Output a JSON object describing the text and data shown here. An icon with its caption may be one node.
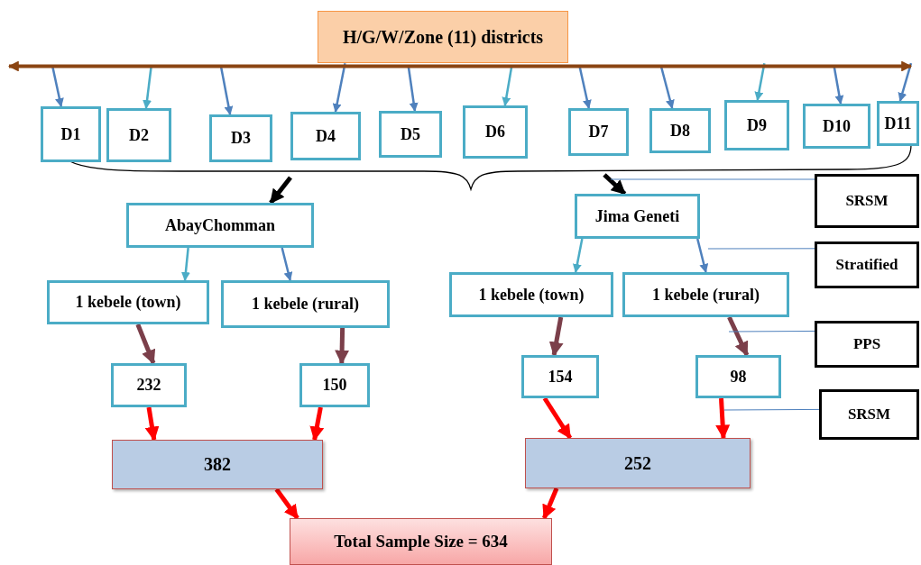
{
  "diagram": {
    "nodes": [
      {
        "text": [
          "H/G/W/Zone (11) districts"
        ]
      },
      {
        "text": [],
        "shape": "bar"
      },
      {
        "text": [
          "D1"
        ]
      },
      {
        "text": [
          "D2"
        ]
      },
      {
        "text": [
          "D3"
        ]
      },
      {
        "text": [
          "D4"
        ]
      },
      {
        "text": [
          "D5"
        ]
      },
      {
        "text": [
          "D6"
        ]
      },
      {
        "text": [
          "D7"
        ]
      },
      {
        "text": [
          "D8"
        ]
      },
      {
        "text": [
          "D9"
        ]
      },
      {
        "text": [
          "D10"
        ]
      },
      {
        "text": [
          "D11"
        ]
      },
      {
        "text": [
          "AbayChomman"
        ]
      },
      {
        "text": [
          "Jima Geneti"
        ]
      },
      {
        "text": [
          "1 kebele (town)"
        ]
      },
      {
        "text": [
          "1 kebele (rural)"
        ]
      },
      {
        "text": [
          "1 kebele (town)"
        ]
      },
      {
        "text": [
          "1 kebele (rural)"
        ]
      },
      {
        "text": [
          "232"
        ]
      },
      {
        "text": [
          "150"
        ]
      },
      {
        "text": [
          "154"
        ]
      },
      {
        "text": [
          "98"
        ]
      },
      {
        "text": [
          "382"
        ]
      },
      {
        "text": [
          "252"
        ]
      },
      {
        "text": [
          "Total Sample Size = 634"
        ]
      },
      {
        "text": [
          "SRSM"
        ]
      },
      {
        "text": [
          "Stratified"
        ]
      },
      {
        "text": [
          "PPS"
        ]
      },
      {
        "text": [
          "SRSM"
        ]
      }
    ],
    "edges": [
      {
        "from": 1,
        "to": 2,
        "arrow": "to",
        "color": "#4f81bd"
      },
      {
        "from": 1,
        "to": 3,
        "arrow": "to",
        "color": "#4bacc6"
      },
      {
        "from": 1,
        "to": 4,
        "arrow": "to",
        "color": "#4f81bd"
      },
      {
        "from": 1,
        "to": 5,
        "arrow": "to",
        "color": "#4f81bd"
      },
      {
        "from": 1,
        "to": 6,
        "arrow": "to",
        "color": "#4f81bd"
      },
      {
        "from": 1,
        "to": 7,
        "arrow": "to",
        "color": "#4bacc6"
      },
      {
        "from": 1,
        "to": 8,
        "arrow": "to",
        "color": "#4f81bd"
      },
      {
        "from": 1,
        "to": 9,
        "arrow": "to",
        "color": "#4f81bd"
      },
      {
        "from": 1,
        "to": 10,
        "arrow": "to",
        "color": "#4bacc6"
      },
      {
        "from": 1,
        "to": 11,
        "arrow": "to",
        "color": "#4f81bd"
      },
      {
        "from": 1,
        "to": 12,
        "arrow": "to",
        "color": "#4f81bd"
      },
      {
        "from": null,
        "to": 13,
        "arrow": "to",
        "style": "thick",
        "color": "#000000"
      },
      {
        "from": null,
        "to": 14,
        "arrow": "to",
        "style": "thick",
        "color": "#000000"
      },
      {
        "from": 13,
        "to": 15,
        "arrow": "to",
        "color": "#4bacc6"
      },
      {
        "from": 13,
        "to": 16,
        "arrow": "to",
        "color": "#4f81bd"
      },
      {
        "from": 14,
        "to": 17,
        "arrow": "to",
        "color": "#4bacc6"
      },
      {
        "from": 14,
        "to": 18,
        "arrow": "to",
        "color": "#4f81bd"
      },
      {
        "from": 15,
        "to": 19,
        "arrow": "to",
        "style": "thick",
        "color": "#7b3f4a"
      },
      {
        "from": 16,
        "to": 20,
        "arrow": "to",
        "style": "thick",
        "color": "#7b3f4a"
      },
      {
        "from": 17,
        "to": 21,
        "arrow": "to",
        "style": "thick",
        "color": "#7b3f4a"
      },
      {
        "from": 18,
        "to": 22,
        "arrow": "to",
        "style": "thick",
        "color": "#7b3f4a"
      },
      {
        "from": 19,
        "to": 23,
        "arrow": "to",
        "style": "thick",
        "color": "#ff0000"
      },
      {
        "from": 20,
        "to": 23,
        "arrow": "to",
        "style": "thick",
        "color": "#ff0000"
      },
      {
        "from": 21,
        "to": 24,
        "arrow": "to",
        "style": "thick",
        "color": "#ff0000"
      },
      {
        "from": 22,
        "to": 24,
        "arrow": "to",
        "style": "thick",
        "color": "#ff0000"
      },
      {
        "from": 23,
        "to": 25,
        "arrow": "to",
        "style": "thick",
        "color": "#ff0000"
      },
      {
        "from": 24,
        "to": 25,
        "arrow": "to",
        "style": "thick",
        "color": "#ff0000"
      },
      {
        "from": 26,
        "to": null,
        "arrow": "none",
        "color": "#4f81bd"
      },
      {
        "from": 27,
        "to": null,
        "arrow": "none",
        "color": "#4f81bd"
      },
      {
        "from": 28,
        "to": null,
        "arrow": "none",
        "color": "#4f81bd"
      },
      {
        "from": 29,
        "to": null,
        "arrow": "none",
        "color": "#4f81bd"
      }
    ]
  }
}
